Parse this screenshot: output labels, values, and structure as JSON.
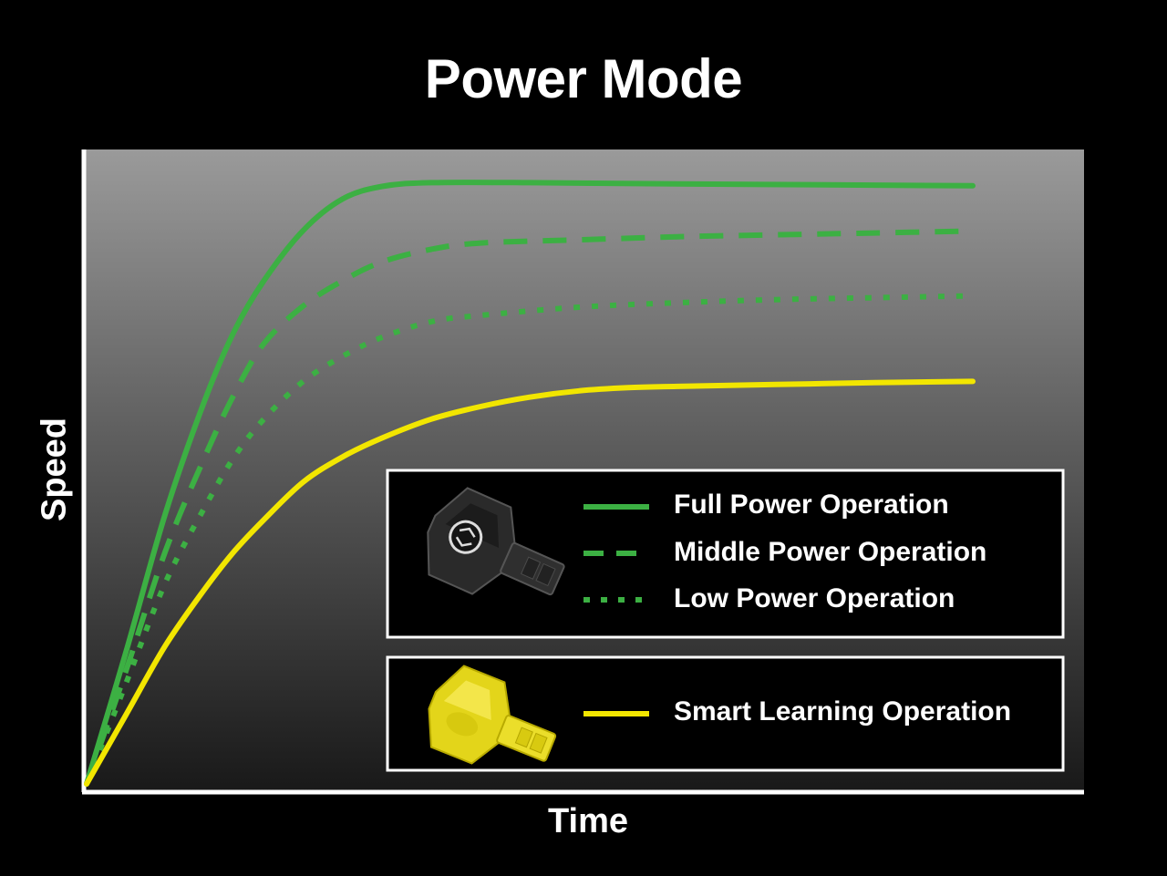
{
  "chart_data": {
    "type": "line",
    "title": "Power Mode",
    "xlabel": "Time",
    "ylabel": "Speed",
    "xlim": [
      0,
      100
    ],
    "ylim": [
      0,
      100
    ],
    "grid": false,
    "legend_position": "bottom-right",
    "background": "vertical gradient, grey to black",
    "series": [
      {
        "name": "Full Power Operation",
        "style": "solid",
        "color": "#3cb043",
        "x": [
          0,
          4,
          8,
          12,
          15,
          18,
          22,
          26,
          30,
          35,
          45,
          60,
          80,
          90
        ],
        "y": [
          0,
          21,
          43,
          61,
          72,
          80,
          88,
          93,
          95,
          95.6,
          95.6,
          95.4,
          95.2,
          95.1
        ]
      },
      {
        "name": "Middle Power Operation",
        "style": "dashed",
        "color": "#3cb043",
        "x": [
          0,
          4,
          8,
          12,
          15,
          18,
          22,
          26,
          30,
          35,
          40,
          50,
          60,
          70,
          80,
          90
        ],
        "y": [
          0,
          18,
          37,
          52,
          62,
          70,
          76,
          80,
          83,
          85,
          86,
          86.5,
          87,
          87.3,
          87.6,
          87.9
        ]
      },
      {
        "name": "Low Power Operation",
        "style": "dotted",
        "color": "#3cb043",
        "x": [
          0,
          4,
          8,
          12,
          15,
          18,
          22,
          26,
          30,
          35,
          40,
          50,
          60,
          70,
          80,
          90
        ],
        "y": [
          0,
          16,
          32,
          44,
          52,
          58,
          64,
          68,
          71,
          73.5,
          74.5,
          75.8,
          76.5,
          77,
          77.3,
          77.6
        ]
      },
      {
        "name": "Smart Learning Operation",
        "style": "solid",
        "color": "#f2e600",
        "x": [
          0,
          4,
          8,
          12,
          15,
          18,
          22,
          26,
          30,
          35,
          40,
          45,
          50,
          55,
          60,
          70,
          80,
          90
        ],
        "y": [
          0,
          11,
          22,
          31,
          37,
          42,
          48,
          52,
          55,
          58,
          60,
          61.5,
          62.5,
          63,
          63.2,
          63.5,
          63.8,
          64
        ]
      }
    ],
    "legend_groups": [
      {
        "icon": "black-key-icon",
        "entries": [
          "Full Power Operation",
          "Middle Power Operation",
          "Low Power Operation"
        ]
      },
      {
        "icon": "yellow-key-icon",
        "entries": [
          "Smart Learning Operation"
        ]
      }
    ]
  }
}
